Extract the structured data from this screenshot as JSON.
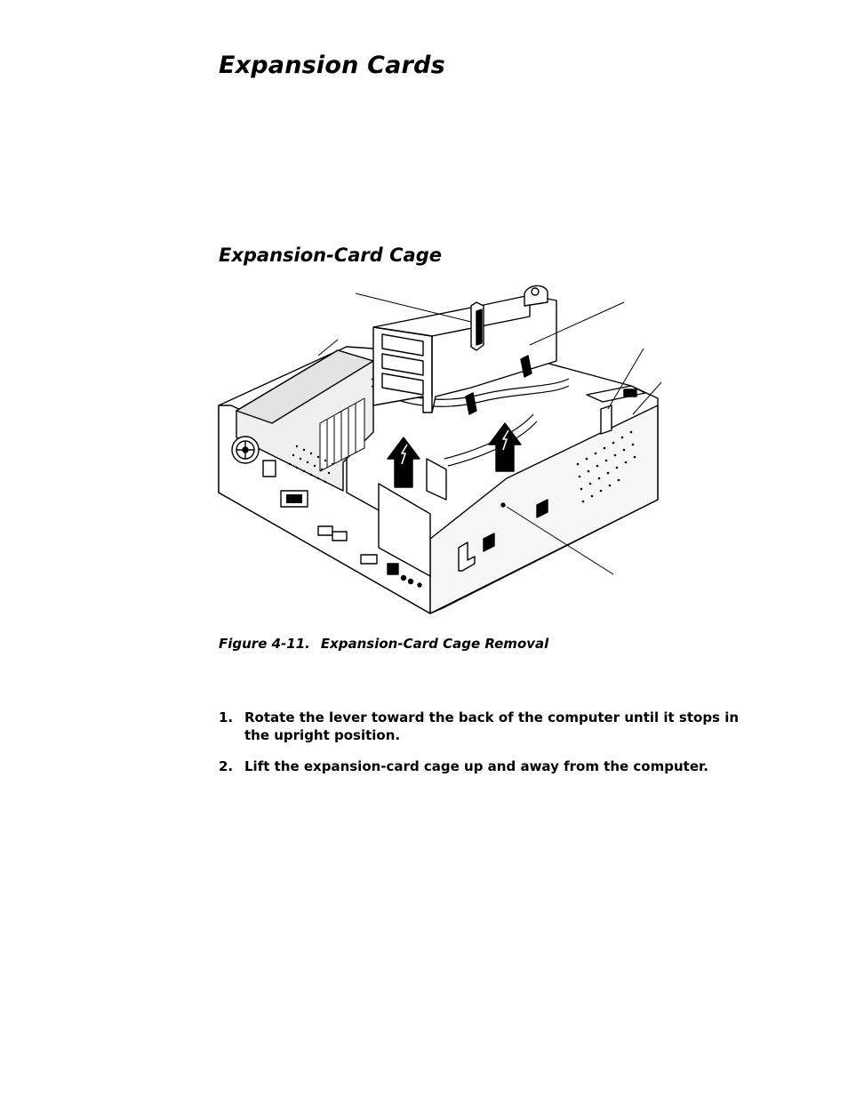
{
  "page": {
    "title": "Expansion Cards",
    "section_title": "Expansion-Card Cage"
  },
  "figure": {
    "number": "Figure 4-11.",
    "caption": "Expansion-Card Cage Removal"
  },
  "steps": [
    {
      "number": "1.",
      "text": "Rotate the lever toward the back of the computer until it stops in the upright position."
    },
    {
      "number": "2.",
      "text": "Lift the expansion-card cage up and away from the computer."
    }
  ],
  "colors": {
    "text": "#000000",
    "background": "#ffffff"
  }
}
